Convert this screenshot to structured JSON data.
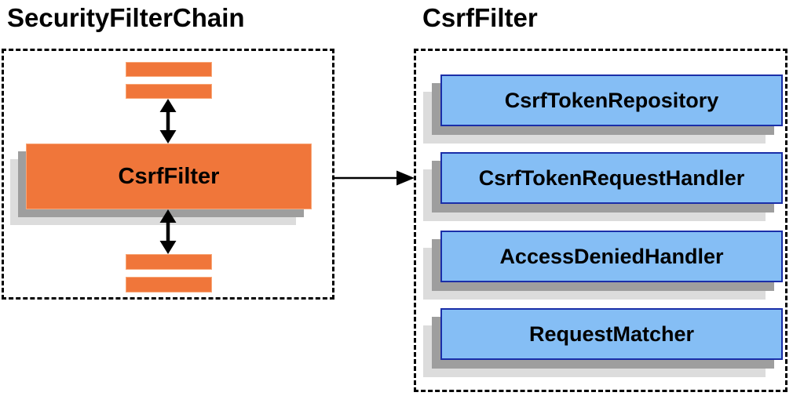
{
  "left_panel": {
    "title": "SecurityFilterChain",
    "filter_box_label": "CsrfFilter"
  },
  "right_panel": {
    "title": "CsrfFilter",
    "boxes": [
      {
        "label": "CsrfTokenRepository"
      },
      {
        "label": "CsrfTokenRequestHandler"
      },
      {
        "label": "AccessDeniedHandler"
      },
      {
        "label": "RequestMatcher"
      }
    ]
  },
  "icons": {
    "vertical_arrows": "double-headed-arrow",
    "connector": "arrow-right"
  },
  "colors": {
    "orange_fill": "#F0763A",
    "orange_border": "#F8A778",
    "blue_fill": "#85BEF5",
    "blue_border": "#1A2EA8",
    "shadow_dark": "#9E9E9E",
    "shadow_light": "#DCDCDC",
    "line_black": "#000000"
  }
}
